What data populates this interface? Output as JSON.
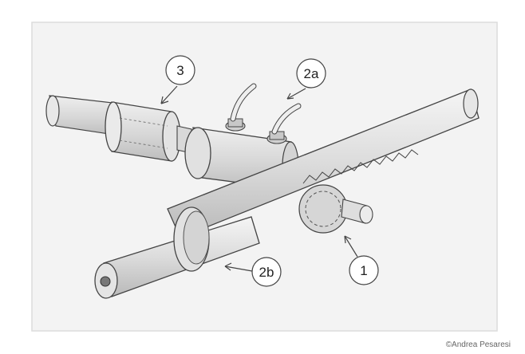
{
  "labels": {
    "callout_3": "3",
    "callout_2a": "2a",
    "callout_2b": "2b",
    "callout_1": "1"
  },
  "credit": "©Andrea Pesaresi",
  "colors": {
    "paper": "#f2f2f2",
    "frame": "#dddddd",
    "line": "#444444",
    "shade": "#cfcfcf"
  }
}
